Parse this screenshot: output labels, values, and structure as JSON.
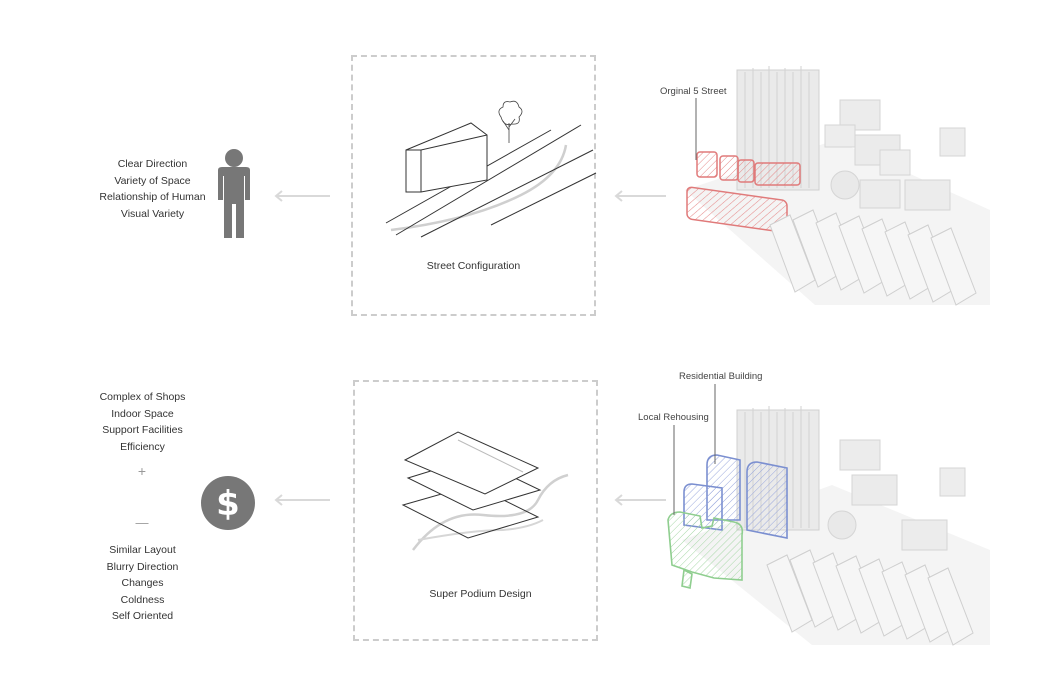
{
  "row1": {
    "benefits": [
      "Clear Direction",
      "Variety of Space",
      "Relationship of Human",
      "Visual Variety"
    ],
    "icon": "person-icon",
    "caption": "Street Configuration",
    "callout": "Orginal 5 Street",
    "highlight_color": "#e07a7a"
  },
  "row2": {
    "pros": [
      "Complex of Shops",
      "Indoor Space",
      "Support Facilities",
      "Efficiency"
    ],
    "plus_symbol": "+",
    "minus_symbol": "—",
    "cons": [
      "Similar Layout",
      "Blurry Direction",
      "Changes",
      "Coldness",
      "Self Oriented"
    ],
    "icon": "dollar-icon",
    "caption": "Super Podium Design",
    "callout_residential": "Residential Building",
    "callout_rehousing": "Local Rehousing",
    "residential_color": "#7b8fd0",
    "rehousing_color": "#8fce8f"
  },
  "colors": {
    "icon_gray": "#777777",
    "arrow_gray": "#d9d9d9",
    "frame_gray": "#cccccc"
  }
}
